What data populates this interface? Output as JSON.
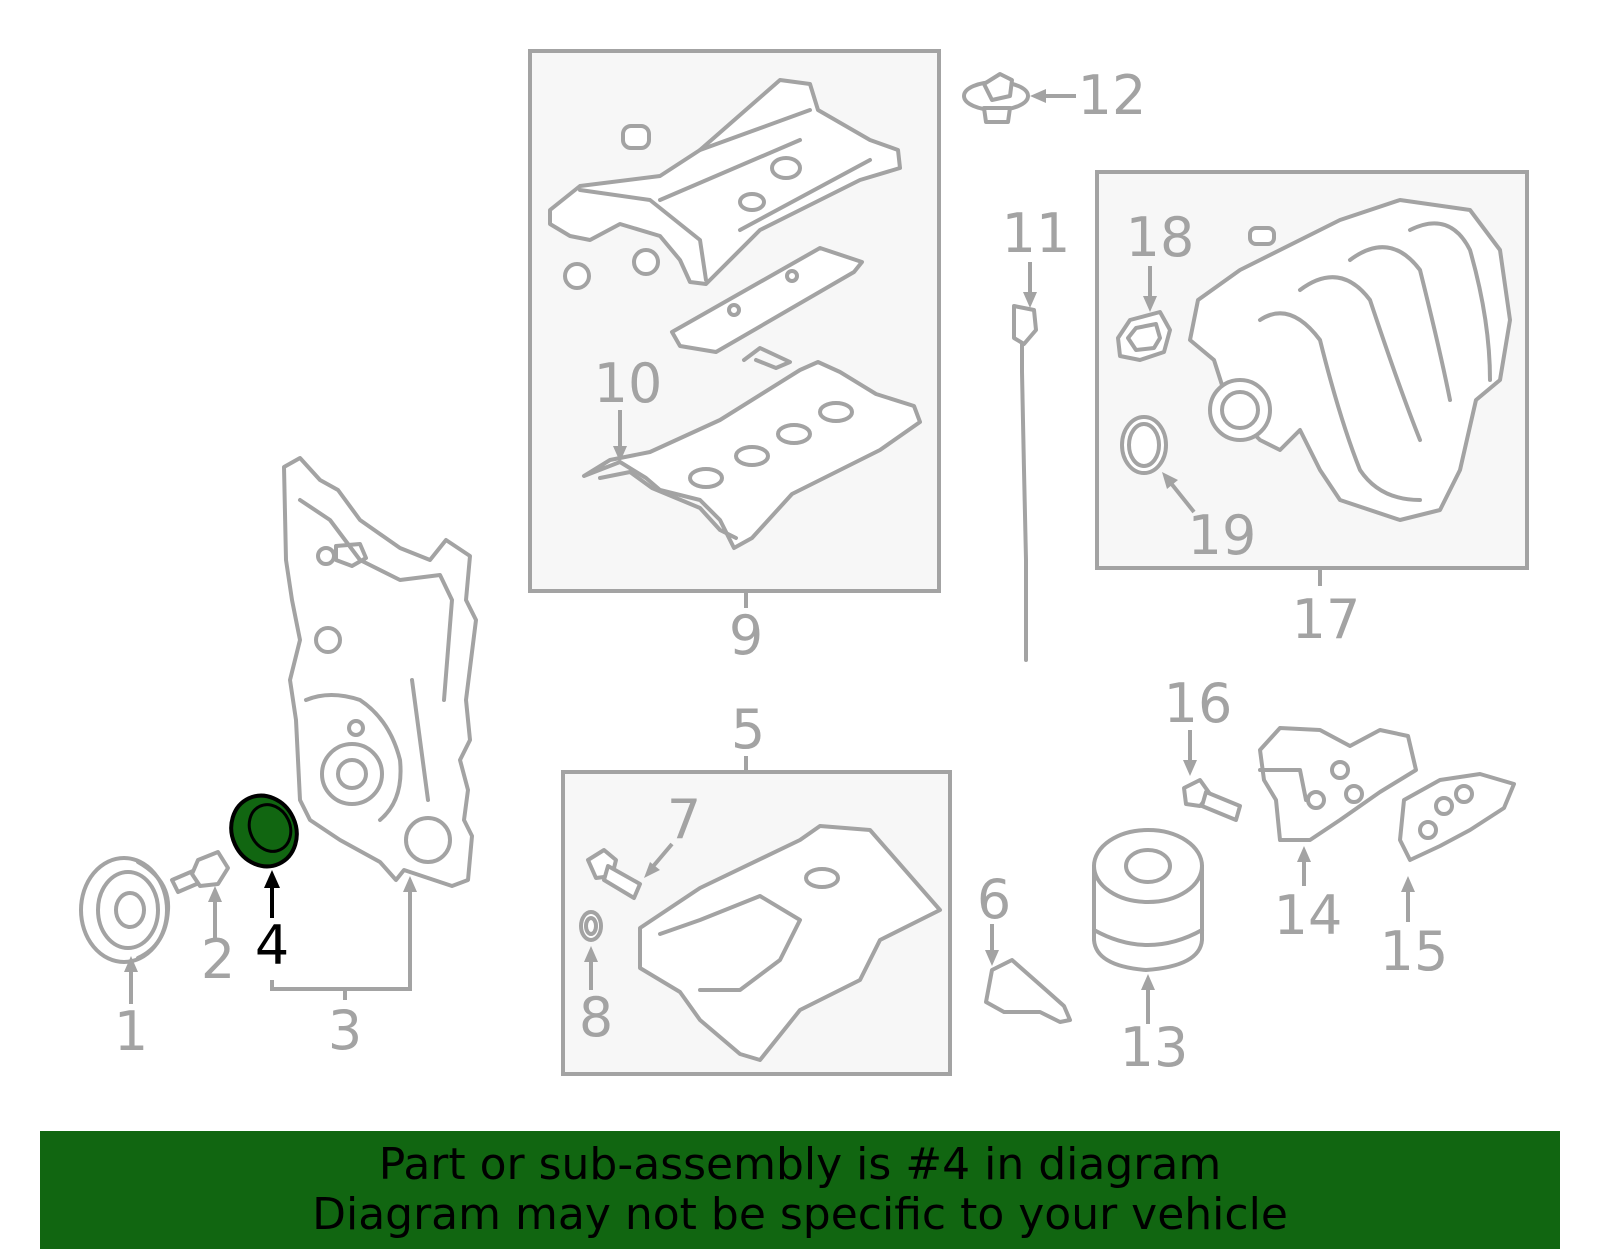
{
  "callouts": {
    "c1": "1",
    "c2": "2",
    "c3": "3",
    "c4": "4",
    "c5": "5",
    "c6": "6",
    "c7": "7",
    "c8": "8",
    "c9": "9",
    "c10": "10",
    "c11": "11",
    "c12": "12",
    "c13": "13",
    "c14": "14",
    "c15": "15",
    "c16": "16",
    "c17": "17",
    "c18": "18",
    "c19": "19"
  },
  "highlighted_part": "4",
  "colors": {
    "highlight": "#116611",
    "line": "#a3a3a3",
    "banner": "#116611",
    "box_fill": "#f7f7f7"
  },
  "banner": {
    "line1": "Part or sub-assembly is #4 in diagram",
    "line2": "Diagram may not be specific to your vehicle"
  }
}
